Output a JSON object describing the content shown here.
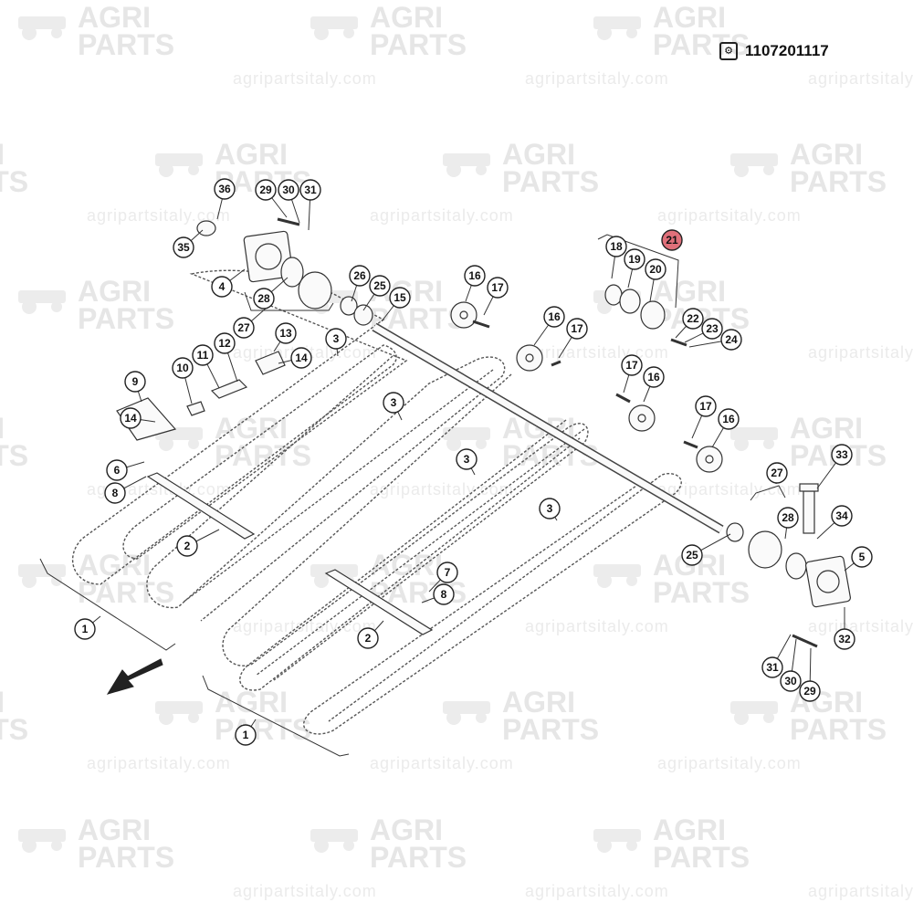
{
  "header": {
    "part_code": "1107201117",
    "code_icon": "gear-box-icon"
  },
  "watermark": {
    "line1": "AGRI",
    "line2": "PARTS",
    "url": "agripartsitaly.com",
    "logo_icon": "tractor-icon"
  },
  "diagram": {
    "direction_icon": "travel-direction-arrow-icon",
    "highlight_color": "#e0707a",
    "callouts": [
      {
        "id": "c36",
        "label": "36",
        "highlight": false
      },
      {
        "id": "c35",
        "label": "35",
        "highlight": false
      },
      {
        "id": "c29a",
        "label": "29",
        "highlight": false
      },
      {
        "id": "c30a",
        "label": "30",
        "highlight": false
      },
      {
        "id": "c31a",
        "label": "31",
        "highlight": false
      },
      {
        "id": "c4",
        "label": "4",
        "highlight": false
      },
      {
        "id": "c28a",
        "label": "28",
        "highlight": false
      },
      {
        "id": "c27a",
        "label": "27",
        "highlight": false
      },
      {
        "id": "c26",
        "label": "26",
        "highlight": false
      },
      {
        "id": "c25a",
        "label": "25",
        "highlight": false
      },
      {
        "id": "c15",
        "label": "15",
        "highlight": false
      },
      {
        "id": "c3a",
        "label": "3",
        "highlight": false
      },
      {
        "id": "c13",
        "label": "13",
        "highlight": false
      },
      {
        "id": "c14a",
        "label": "14",
        "highlight": false
      },
      {
        "id": "c12",
        "label": "12",
        "highlight": false
      },
      {
        "id": "c11",
        "label": "11",
        "highlight": false
      },
      {
        "id": "c10",
        "label": "10",
        "highlight": false
      },
      {
        "id": "c9",
        "label": "9",
        "highlight": false
      },
      {
        "id": "c14b",
        "label": "14",
        "highlight": false
      },
      {
        "id": "c6",
        "label": "6",
        "highlight": false
      },
      {
        "id": "c8a",
        "label": "8",
        "highlight": false
      },
      {
        "id": "c2a",
        "label": "2",
        "highlight": false
      },
      {
        "id": "c1a",
        "label": "1",
        "highlight": false
      },
      {
        "id": "c3b",
        "label": "3",
        "highlight": false
      },
      {
        "id": "c16a",
        "label": "16",
        "highlight": false
      },
      {
        "id": "c17a",
        "label": "17",
        "highlight": false
      },
      {
        "id": "c16b",
        "label": "16",
        "highlight": false
      },
      {
        "id": "c17b",
        "label": "17",
        "highlight": false
      },
      {
        "id": "c21",
        "label": "21",
        "highlight": true
      },
      {
        "id": "c18",
        "label": "18",
        "highlight": false
      },
      {
        "id": "c19",
        "label": "19",
        "highlight": false
      },
      {
        "id": "c20",
        "label": "20",
        "highlight": false
      },
      {
        "id": "c22",
        "label": "22",
        "highlight": false
      },
      {
        "id": "c23",
        "label": "23",
        "highlight": false
      },
      {
        "id": "c24",
        "label": "24",
        "highlight": false
      },
      {
        "id": "c17c",
        "label": "17",
        "highlight": false
      },
      {
        "id": "c16c",
        "label": "16",
        "highlight": false
      },
      {
        "id": "c17d",
        "label": "17",
        "highlight": false
      },
      {
        "id": "c16d",
        "label": "16",
        "highlight": false
      },
      {
        "id": "c3c",
        "label": "3",
        "highlight": false
      },
      {
        "id": "c3d",
        "label": "3",
        "highlight": false
      },
      {
        "id": "c27b",
        "label": "27",
        "highlight": false
      },
      {
        "id": "c33",
        "label": "33",
        "highlight": false
      },
      {
        "id": "c34",
        "label": "34",
        "highlight": false
      },
      {
        "id": "c28b",
        "label": "28",
        "highlight": false
      },
      {
        "id": "c25b",
        "label": "25",
        "highlight": false
      },
      {
        "id": "c5",
        "label": "5",
        "highlight": false
      },
      {
        "id": "c32",
        "label": "32",
        "highlight": false
      },
      {
        "id": "c31b",
        "label": "31",
        "highlight": false
      },
      {
        "id": "c30b",
        "label": "30",
        "highlight": false
      },
      {
        "id": "c29b",
        "label": "29",
        "highlight": false
      },
      {
        "id": "c7",
        "label": "7",
        "highlight": false
      },
      {
        "id": "c8b",
        "label": "8",
        "highlight": false
      },
      {
        "id": "c2b",
        "label": "2",
        "highlight": false
      },
      {
        "id": "c1b",
        "label": "1",
        "highlight": false
      }
    ]
  }
}
